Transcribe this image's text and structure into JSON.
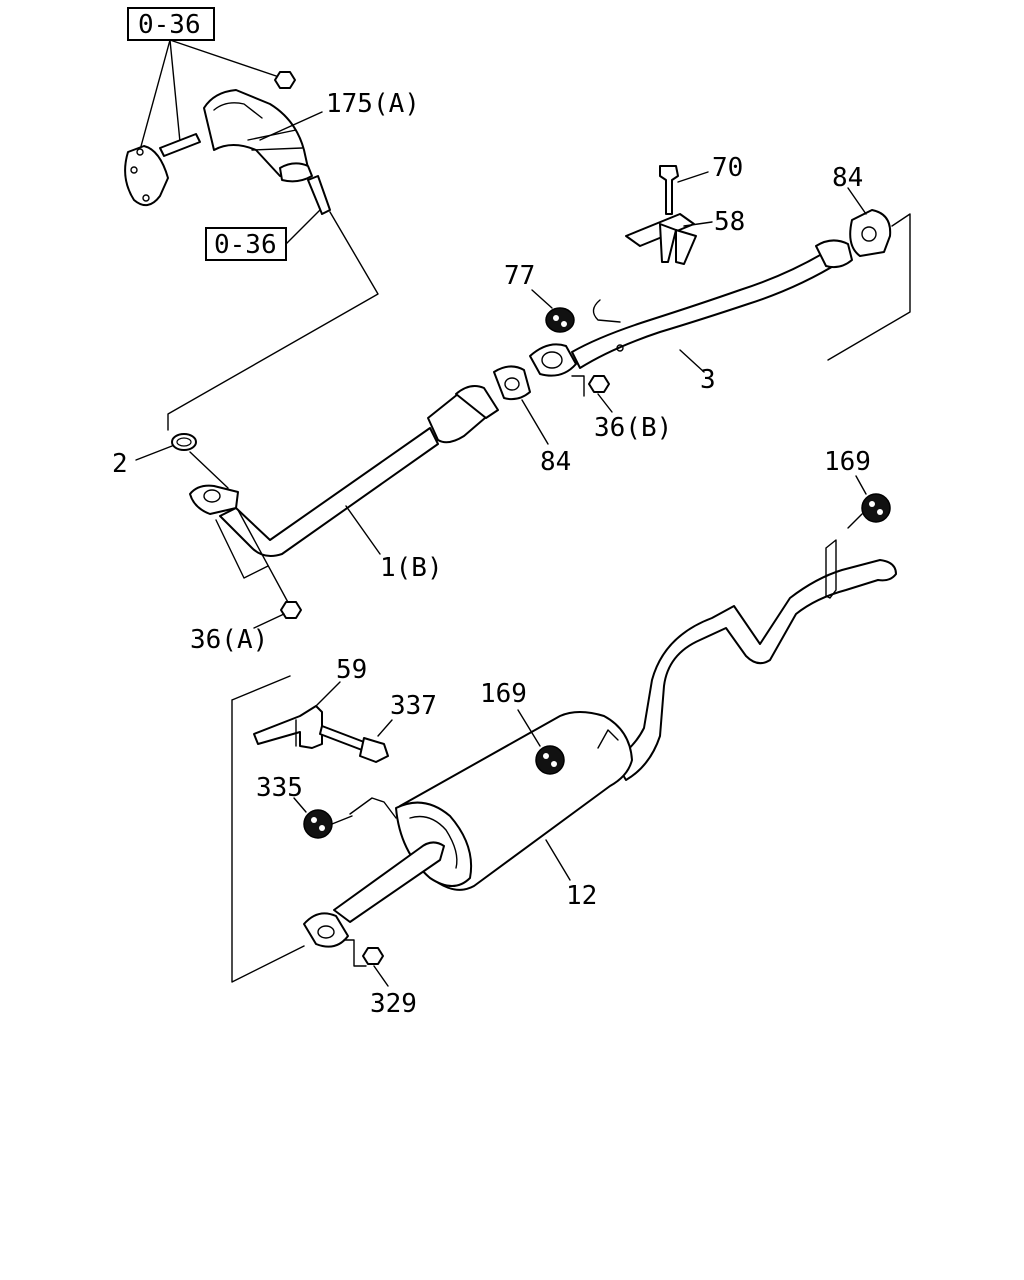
{
  "references": {
    "ref_top": "0-36",
    "ref_mid": "0-36"
  },
  "callouts": {
    "c175A": "175(A)",
    "c70": "70",
    "c58": "58",
    "c84_top": "84",
    "c77": "77",
    "c3": "3",
    "c36B": "36(B)",
    "c84_mid": "84",
    "c2": "2",
    "c1B": "1(B)",
    "c36A": "36(A)",
    "c169_right": "169",
    "c59": "59",
    "c337": "337",
    "c169_mid": "169",
    "c335": "335",
    "c12": "12",
    "c329": "329"
  }
}
